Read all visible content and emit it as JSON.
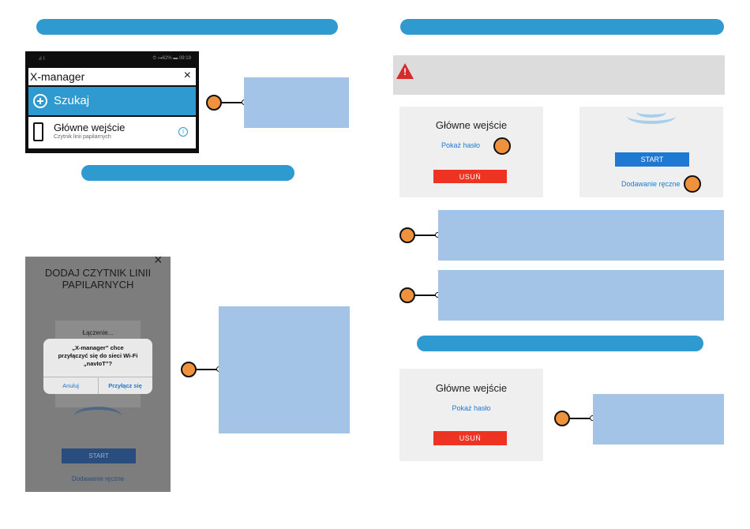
{
  "phone_search": {
    "status_right": "⏱ ⊶62% ▬ 09:19",
    "status_left": ".ıl ⌇",
    "query": "X-manager",
    "clear_glyph": "×",
    "search_action": "Szukaj",
    "result_title": "Główne wejście",
    "result_subtitle": "Czytnik linii papilarnych"
  },
  "phone_add": {
    "title_line1": "DODAJ CZYTNIK LINII",
    "title_line2": "PAPILARNYCH",
    "connecting": "Łączenie...",
    "dialog_line1": "„X-manager” chce",
    "dialog_line2": "przyłączyć się do sieci Wi-Fi",
    "dialog_line3": "„navIoT”?",
    "cancel": "Anuluj",
    "join": "Przyłącz się",
    "start": "START",
    "manual": "Dodawanie ręczne",
    "close_glyph": "×"
  },
  "card_top_left": {
    "title": "Główne wejście",
    "show_password": "Pokaż hasło",
    "delete": "USUŃ"
  },
  "card_top_right": {
    "start": "START",
    "manual": "Dodawanie ręczne"
  },
  "card_bottom": {
    "title": "Główne wejście",
    "show_password": "Pokaż hasło",
    "delete": "USUŃ"
  },
  "warning": {
    "icon": "warning-icon",
    "glyph": "!"
  },
  "colors": {
    "accent": "#2f9ad0",
    "placeholder": "#a3c4e6",
    "callout": "#f0923c",
    "danger": "#ee3322",
    "link": "#1f78d1"
  }
}
